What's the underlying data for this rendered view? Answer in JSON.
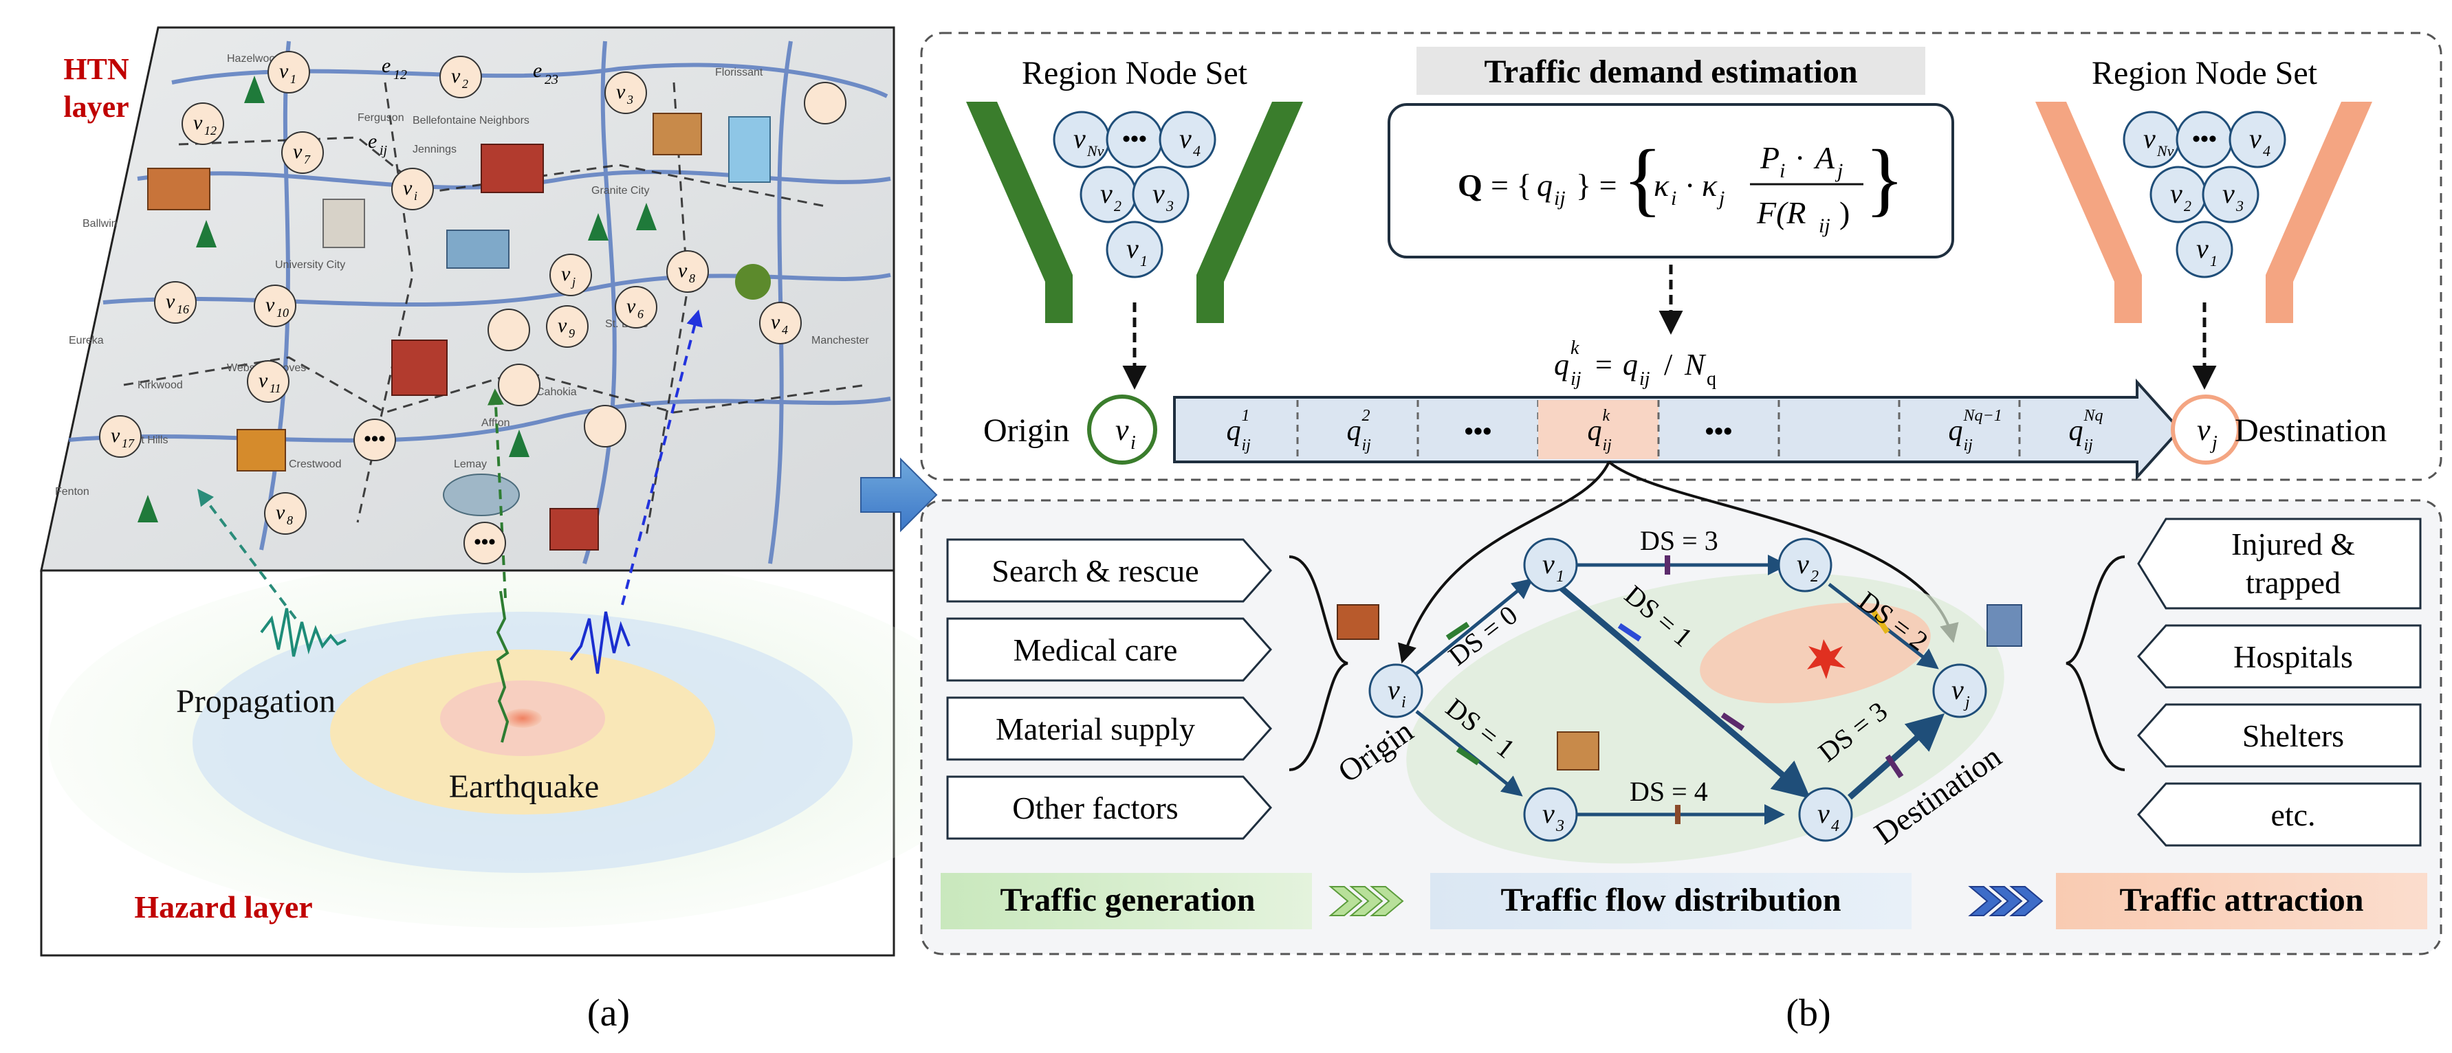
{
  "panel_a": {
    "htn_label_line1": "HTN",
    "htn_label_line2": "layer",
    "hazard_label": "Hazard layer",
    "propagation_label": "Propagation",
    "earthquake_label": "Earthquake",
    "map_nodes": [
      {
        "id": "v1",
        "main": "v",
        "sub": "1"
      },
      {
        "id": "v2",
        "main": "v",
        "sub": "2"
      },
      {
        "id": "v3",
        "main": "v",
        "sub": "3"
      },
      {
        "id": "v4",
        "main": "v",
        "sub": "4"
      },
      {
        "id": "v6",
        "main": "v",
        "sub": "6"
      },
      {
        "id": "v7",
        "main": "v",
        "sub": "7"
      },
      {
        "id": "v8a",
        "main": "v",
        "sub": "8"
      },
      {
        "id": "v8b",
        "main": "v",
        "sub": "8"
      },
      {
        "id": "v9",
        "main": "v",
        "sub": "9"
      },
      {
        "id": "v10",
        "main": "v",
        "sub": "10"
      },
      {
        "id": "v11",
        "main": "v",
        "sub": "11"
      },
      {
        "id": "v12",
        "main": "v",
        "sub": "12"
      },
      {
        "id": "v16",
        "main": "v",
        "sub": "16"
      },
      {
        "id": "v17",
        "main": "v",
        "sub": "17"
      },
      {
        "id": "vi",
        "main": "v",
        "sub": "i"
      },
      {
        "id": "vj",
        "main": "v",
        "sub": "j"
      }
    ],
    "edge_labels": [
      {
        "id": "e12",
        "main": "e",
        "sub": "12"
      },
      {
        "id": "e23",
        "main": "e",
        "sub": "23"
      },
      {
        "id": "eij",
        "main": "e",
        "sub": "ij"
      }
    ],
    "map_place_names": [
      "Bellefontaine Neighbors",
      "Jennings",
      "Granite City",
      "University City",
      "Kirkwood",
      "Sunset Hills",
      "Fenton",
      "Ferguson",
      "Webster Groves",
      "Crestwood",
      "Affton",
      "Cahokia",
      "Lemay",
      "Hazelwood",
      "Florissant",
      "Eureka",
      "Ballwin",
      "Manchester",
      "St. Louis"
    ]
  },
  "panel_b": {
    "region_node_set_left": "Region Node Set",
    "region_node_set_right": "Region Node Set",
    "demand_title": "Traffic demand estimation",
    "formula_lhs": "Q = {q",
    "formula_lhs_sub": "ij",
    "formula_kappa": "κ",
    "formula_num": "P",
    "formula_num2": "A",
    "formula_den": "F(R",
    "split_formula": "q = q / N",
    "origin_label": "Origin",
    "destination_label": "Destination",
    "cells": [
      {
        "sup": "1"
      },
      {
        "sup": "2"
      },
      {
        "text": "•••"
      },
      {
        "sup": "k"
      },
      {
        "text": "•••"
      },
      {
        "text": ""
      },
      {
        "sup": "Nq−1"
      },
      {
        "sup": "Nq"
      }
    ],
    "funnel_nodes": [
      "v",
      "•••",
      "v",
      "v",
      "v",
      "v"
    ],
    "generation_factors": [
      "Search & rescue",
      "Medical care",
      "Material supply",
      "Other factors"
    ],
    "attraction_factors_line1": "Injured &",
    "attraction_factors_line2": "trapped",
    "attraction_factors": [
      "Hospitals",
      "Shelters",
      "etc."
    ],
    "network_edges": [
      {
        "label": "DS = 3"
      },
      {
        "label": "DS = 0"
      },
      {
        "label": "DS = 1"
      },
      {
        "label": "DS = 2"
      },
      {
        "label": "DS = 1"
      },
      {
        "label": "DS = 4"
      },
      {
        "label": "DS = 3"
      }
    ],
    "network_origin": "Origin",
    "network_destination": "Destination",
    "stage_generation": "Traffic generation",
    "stage_distribution": "Traffic flow distribution",
    "stage_attraction": "Traffic attraction"
  },
  "captions": {
    "a": "(a)",
    "b": "(b)"
  },
  "colors": {
    "green_funnel": "#3a7d2c",
    "orange_funnel": "#f4a582",
    "node_fill": "#d8e6f3",
    "node_stroke": "#1f4e79",
    "hazard_red": "#c00000",
    "cell_fill": "#dbe5f1",
    "cell_highlight": "#f8d5c4"
  }
}
